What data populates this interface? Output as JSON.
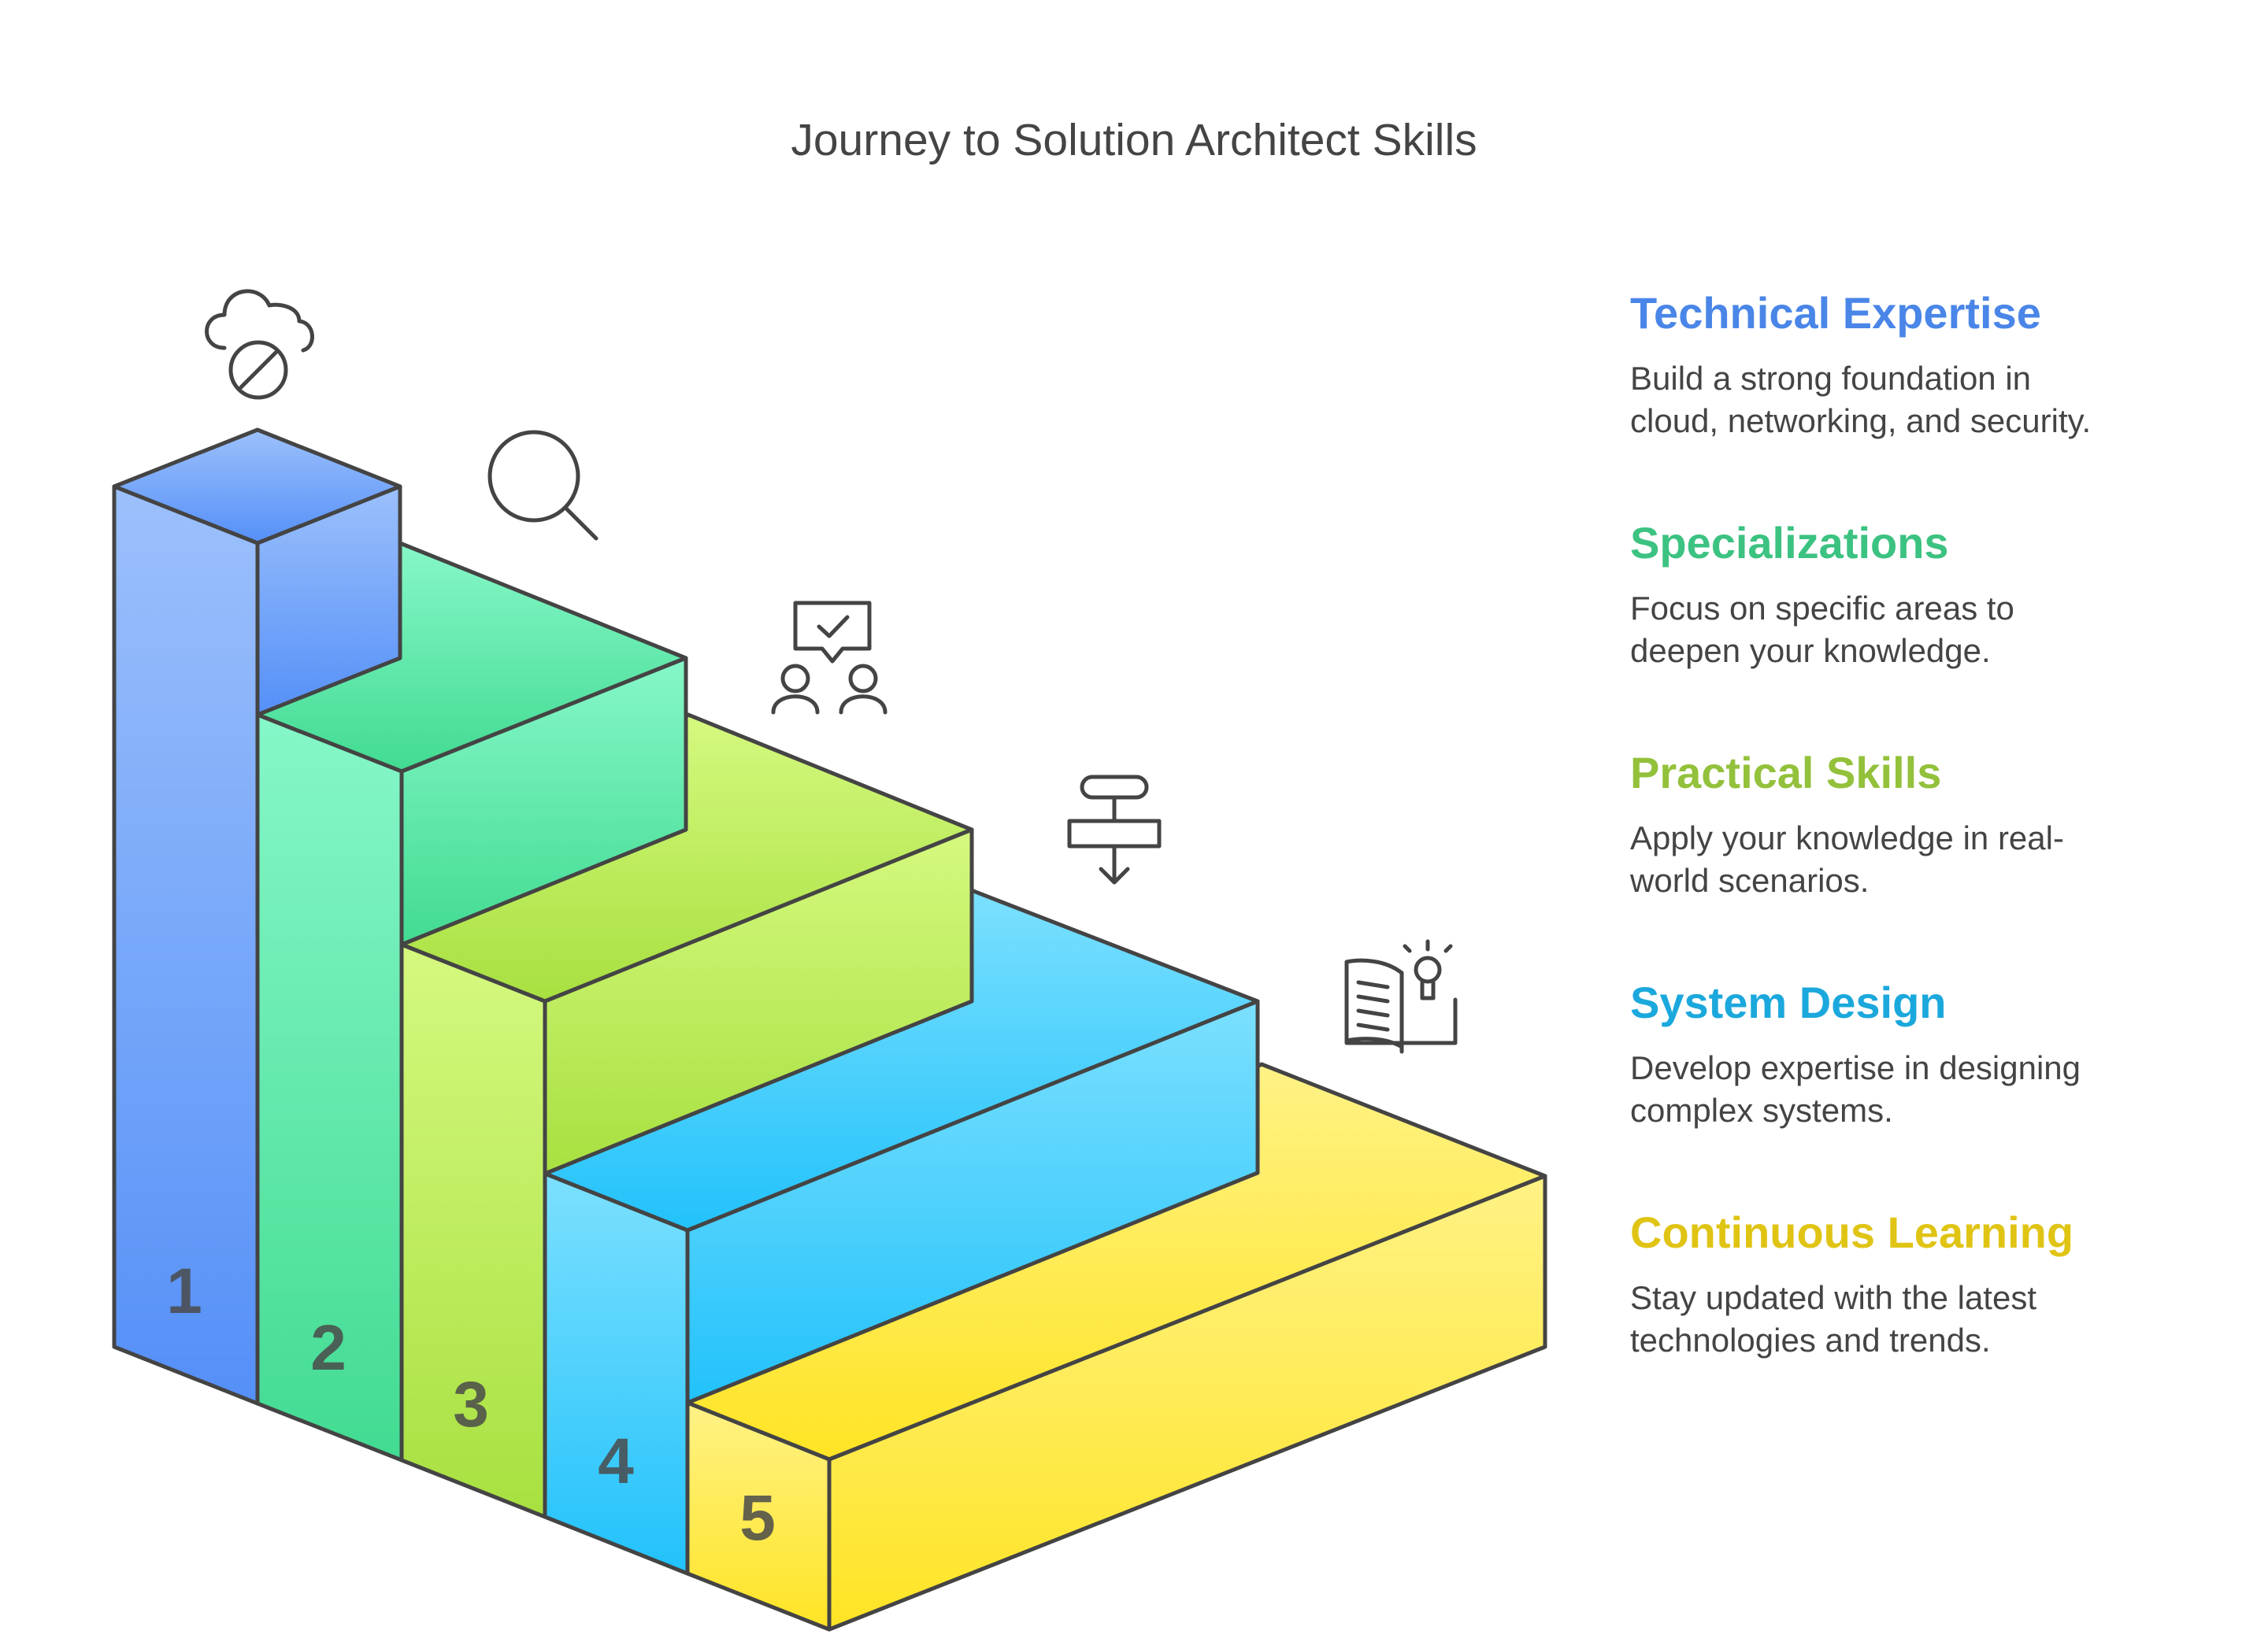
{
  "title": "Journey to Solution Architect Skills",
  "steps": [
    {
      "number": "1",
      "heading": "Technical Expertise",
      "description_line1": "Build a strong foundation in",
      "description_line2": "cloud, networking, and security.",
      "color": "#4a86e8",
      "icon": "cloud-blocked-icon"
    },
    {
      "number": "2",
      "heading": "Specializations",
      "description_line1": "Focus on specific areas to",
      "description_line2": "deepen your knowledge.",
      "color": "#3cc281",
      "icon": "magnifier-icon"
    },
    {
      "number": "3",
      "heading": "Practical Skills",
      "description_line1": "Apply your knowledge in real-",
      "description_line2": "world scenarios.",
      "color": "#93c13b",
      "icon": "team-approval-icon"
    },
    {
      "number": "4",
      "heading": "System Design",
      "description_line1": "Develop expertise in designing",
      "description_line2": "complex systems.",
      "color": "#1ba8dc",
      "icon": "flowchart-icon"
    },
    {
      "number": "5",
      "heading": "Continuous Learning",
      "description_line1": "Stay updated with the latest",
      "description_line2": "technologies and trends.",
      "color": "#e0c414",
      "icon": "book-idea-icon"
    }
  ]
}
